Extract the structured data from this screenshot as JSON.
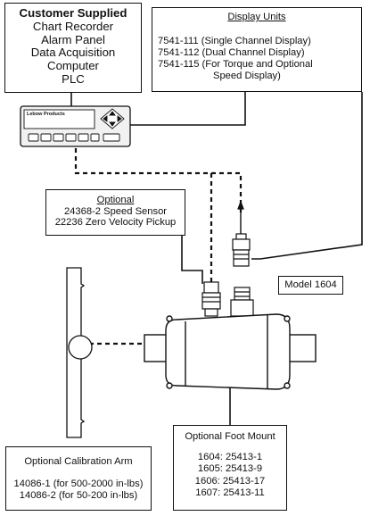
{
  "customer_supplied": {
    "title": "Customer Supplied",
    "items": [
      "Chart Recorder",
      "Alarm Panel",
      "Data Acquisition",
      "Computer",
      "PLC"
    ]
  },
  "display_units": {
    "title": "Display Units",
    "items": [
      "7541-111 (Single Channel Display)",
      "7541-112 (Dual Channel Display)",
      "7541-115 (For Torque and Optional",
      "Speed Display)"
    ]
  },
  "display_panel": {
    "brand": "Lebow Products"
  },
  "optional_sensor": {
    "title": "Optional",
    "items": [
      "24368-2 Speed Sensor",
      "22236 Zero Velocity Pickup"
    ]
  },
  "model": {
    "label": "Model 1604"
  },
  "foot_mount": {
    "title": "Optional Foot Mount",
    "items": [
      "1604: 25413-1",
      "1605: 25413-9",
      "1606: 25413-17",
      "1607: 25413-11"
    ]
  },
  "calibration_arm": {
    "title": "Optional Calibration Arm",
    "items": [
      "14086-1 (for 500-2000 in-lbs)",
      "14086-2 (for 50-200 in-lbs)"
    ]
  }
}
